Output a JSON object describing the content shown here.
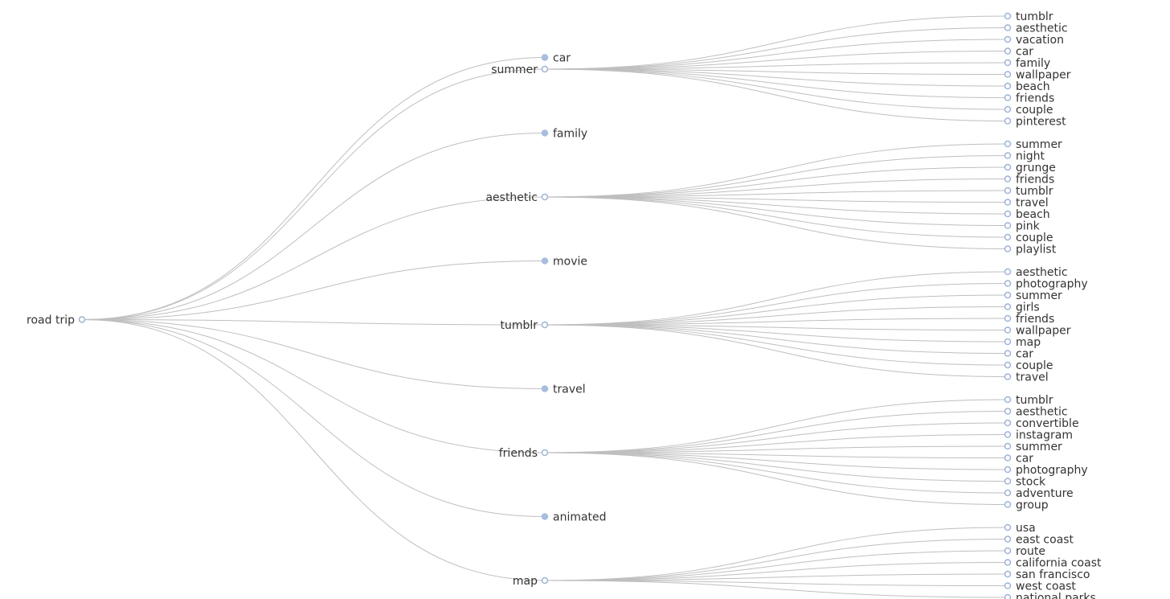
{
  "root": {
    "label": "road trip",
    "children": [
      {
        "label": "car",
        "children": []
      },
      {
        "label": "summer",
        "children": [
          {
            "label": "tumblr"
          },
          {
            "label": "aesthetic"
          },
          {
            "label": "vacation"
          },
          {
            "label": "car"
          },
          {
            "label": "family"
          },
          {
            "label": "wallpaper"
          },
          {
            "label": "beach"
          },
          {
            "label": "friends"
          },
          {
            "label": "couple"
          },
          {
            "label": "pinterest"
          }
        ]
      },
      {
        "label": "family",
        "children": []
      },
      {
        "label": "aesthetic",
        "children": [
          {
            "label": "summer"
          },
          {
            "label": "night"
          },
          {
            "label": "grunge"
          },
          {
            "label": "friends"
          },
          {
            "label": "tumblr"
          },
          {
            "label": "travel"
          },
          {
            "label": "beach"
          },
          {
            "label": "pink"
          },
          {
            "label": "couple"
          },
          {
            "label": "playlist"
          }
        ]
      },
      {
        "label": "movie",
        "children": []
      },
      {
        "label": "tumblr",
        "children": [
          {
            "label": "aesthetic"
          },
          {
            "label": "photography"
          },
          {
            "label": "summer"
          },
          {
            "label": "girls"
          },
          {
            "label": "friends"
          },
          {
            "label": "wallpaper"
          },
          {
            "label": "map"
          },
          {
            "label": "car"
          },
          {
            "label": "couple"
          },
          {
            "label": "travel"
          }
        ]
      },
      {
        "label": "travel",
        "children": []
      },
      {
        "label": "friends",
        "children": [
          {
            "label": "tumblr"
          },
          {
            "label": "aesthetic"
          },
          {
            "label": "convertible"
          },
          {
            "label": "instagram"
          },
          {
            "label": "summer"
          },
          {
            "label": "car"
          },
          {
            "label": "photography"
          },
          {
            "label": "stock"
          },
          {
            "label": "adventure"
          },
          {
            "label": "group"
          }
        ]
      },
      {
        "label": "animated",
        "children": []
      },
      {
        "label": "map",
        "children": [
          {
            "label": "usa"
          },
          {
            "label": "east coast"
          },
          {
            "label": "route"
          },
          {
            "label": "california coast"
          },
          {
            "label": "san francisco"
          },
          {
            "label": "west coast"
          },
          {
            "label": "national parks"
          }
        ]
      }
    ]
  }
}
